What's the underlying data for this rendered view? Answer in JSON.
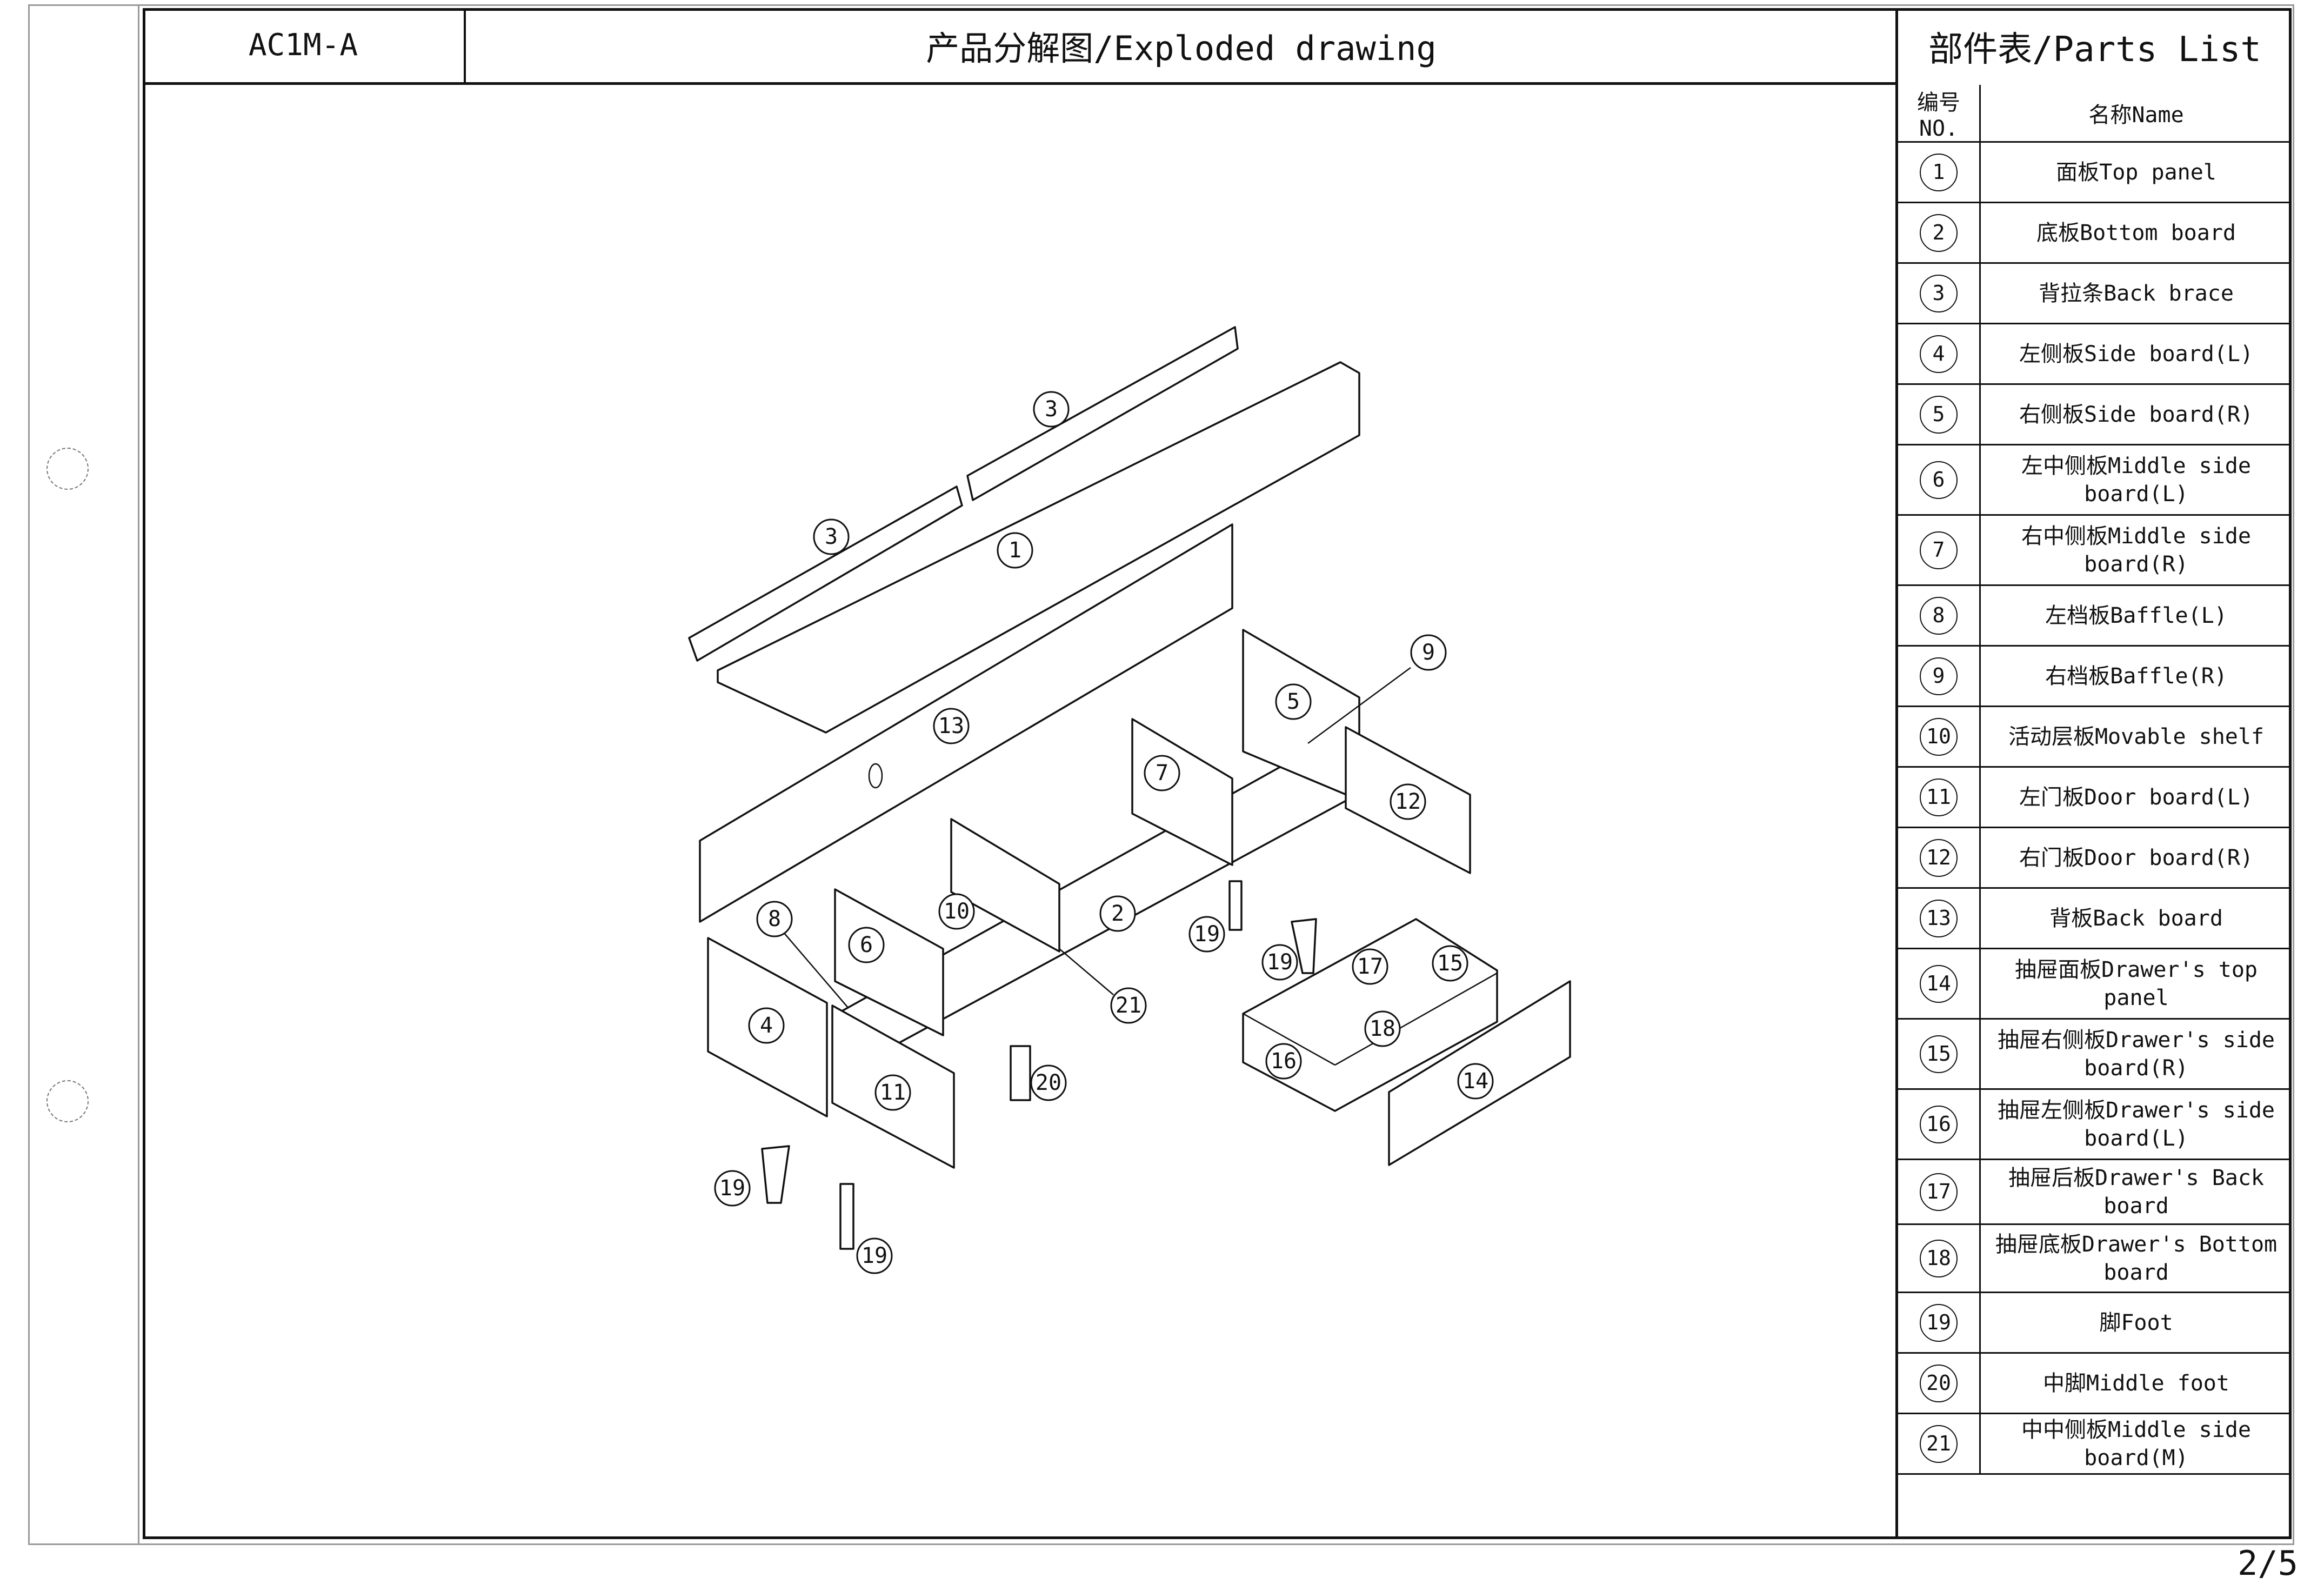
{
  "header": {
    "code": "AC1M-A",
    "title": "产品分解图/Exploded drawing",
    "parts_title": "部件表/Parts List"
  },
  "parts_table": {
    "col_no": "编号NO.",
    "col_name": "名称Name",
    "rows": [
      {
        "no": "1",
        "name": "面板Top panel"
      },
      {
        "no": "2",
        "name": "底板Bottom board"
      },
      {
        "no": "3",
        "name": "背拉条Back brace"
      },
      {
        "no": "4",
        "name": "左侧板Side board(L)"
      },
      {
        "no": "5",
        "name": "右侧板Side board(R)"
      },
      {
        "no": "6",
        "name": "左中侧板Middle side board(L)"
      },
      {
        "no": "7",
        "name": "右中侧板Middle side board(R)"
      },
      {
        "no": "8",
        "name": "左档板Baffle(L)"
      },
      {
        "no": "9",
        "name": "右档板Baffle(R)"
      },
      {
        "no": "10",
        "name": "活动层板Movable shelf"
      },
      {
        "no": "11",
        "name": "左门板Door board(L)"
      },
      {
        "no": "12",
        "name": "右门板Door board(R)"
      },
      {
        "no": "13",
        "name": "背板Back board"
      },
      {
        "no": "14",
        "name": "抽屉面板Drawer's top panel"
      },
      {
        "no": "15",
        "name": "抽屉右侧板Drawer's side board(R)"
      },
      {
        "no": "16",
        "name": "抽屉左侧板Drawer's side board(L)"
      },
      {
        "no": "17",
        "name": "抽屉后板Drawer's Back board"
      },
      {
        "no": "18",
        "name": "抽屉底板Drawer's Bottom board"
      },
      {
        "no": "19",
        "name": "脚Foot"
      },
      {
        "no": "20",
        "name": "中脚Middle foot"
      },
      {
        "no": "21",
        "name": "中中侧板Middle side board(M)"
      }
    ]
  },
  "drawing_callouts": [
    "3",
    "3",
    "3",
    "1",
    "13",
    "9",
    "5",
    "7",
    "12",
    "2",
    "10",
    "8",
    "6",
    "4",
    "11",
    "21",
    "19",
    "19",
    "17",
    "15",
    "18",
    "16",
    "14",
    "20",
    "19",
    "19"
  ],
  "page_number": "2/5"
}
